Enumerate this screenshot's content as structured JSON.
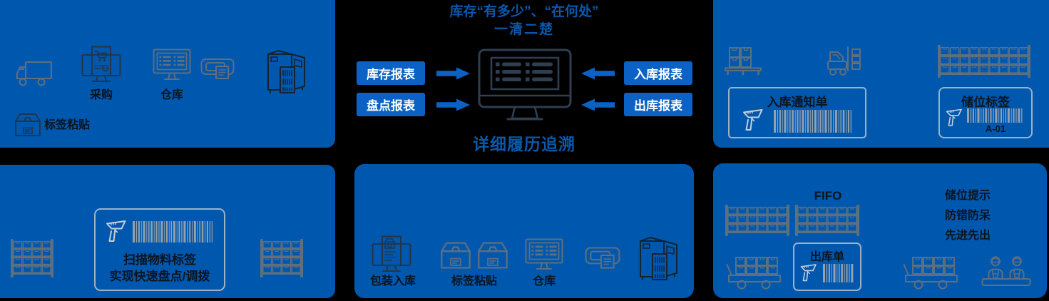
{
  "colors": {
    "panel_blue": "#0057AE",
    "accent_blue": "#0B62C4",
    "heading_blue": "#0A58AB",
    "label_dark": "#0B1520",
    "icon_gray": "#5E6F7E",
    "icon_dark": "#22364B",
    "line_light": "#9FB2C2"
  },
  "center": {
    "title_line1": "库存“有多少”、“在何处”",
    "title_line2": "一清二楚",
    "left_buttons": [
      "库存报表",
      "盘点报表"
    ],
    "right_buttons": [
      "入库报表",
      "出库报表"
    ],
    "caption": "详细履历追溯",
    "icons": [
      "monitor-report-icon",
      "arrow-right-icon",
      "arrow-left-icon"
    ]
  },
  "top_left": {
    "icons": [
      "truck-icon",
      "monitor-cart-icon",
      "monitor-list-icon",
      "printer-icon",
      "terminal-icon",
      "box-icon"
    ],
    "label_procurement": "采购",
    "label_warehouse": "仓库",
    "label_labeling": "标签粘贴"
  },
  "top_right": {
    "icons": [
      "pallet-icon",
      "forklift-icon",
      "rack-icon",
      "scanner-icon",
      "barcode-icon"
    ],
    "inbound_note": {
      "title": "入库通知单"
    },
    "location_label": {
      "title": "储位标签",
      "code": "A-01"
    }
  },
  "bottom_left": {
    "icons": [
      "rack-icon",
      "rack-icon",
      "scanner-icon",
      "barcode-icon"
    ],
    "scan_card": {
      "line1": "扫描物料标签",
      "line2": "实现快速盘点/调拨"
    }
  },
  "bottom_center": {
    "icons": [
      "monitor-doc-icon",
      "boxes-icon",
      "monitor-list-icon",
      "printer-icon",
      "terminal-icon"
    ],
    "label_packing": "包装入库",
    "label_labeling": "标签粘贴",
    "label_warehouse": "仓库"
  },
  "bottom_right": {
    "fifo": "FIFO",
    "notes": [
      "储位提示",
      "防错防呆",
      "先进先出"
    ],
    "outbound_note": {
      "title": "出库单"
    },
    "icons": [
      "rack-icon",
      "rack-icon",
      "cart-icon",
      "cart-icon",
      "workers-icon",
      "scanner-icon",
      "barcode-icon"
    ]
  }
}
